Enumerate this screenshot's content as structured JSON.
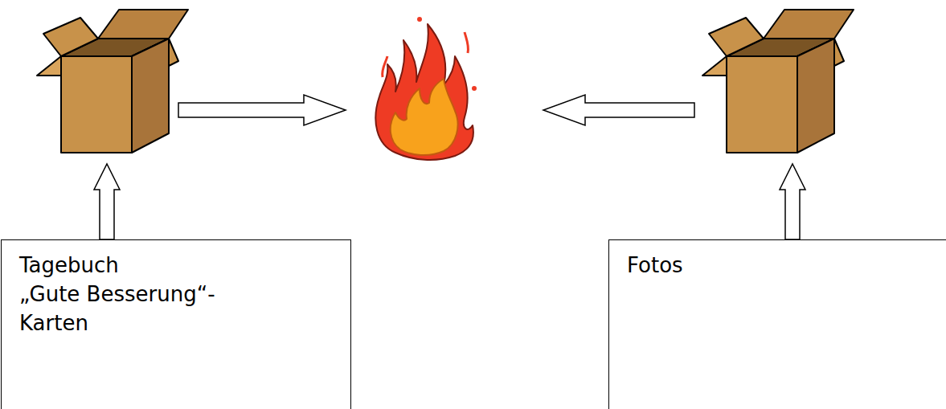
{
  "diagram": {
    "nodes": [
      {
        "text": [
          "Tagebuch",
          "„Gute Besserung“- Karten"
        ]
      },
      {
        "text": [
          "Fotos"
        ]
      }
    ]
  }
}
